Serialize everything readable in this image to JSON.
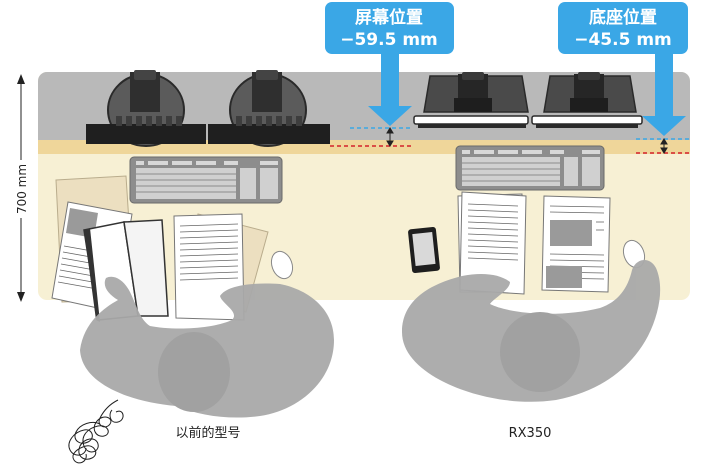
{
  "callouts": {
    "screen": {
      "title": "屏幕位置",
      "value": "−59.5 mm"
    },
    "base": {
      "title": "底座位置",
      "value": "−45.5 mm"
    }
  },
  "dimension": {
    "label": "700 mm"
  },
  "captions": {
    "left": "以前的型号",
    "right": "RX350"
  },
  "colors": {
    "callout_blue": "#3aa7e6",
    "desk_top": "#f7f0d4",
    "desk_back": "#b8b8b8",
    "desk_edge": "#efd69a",
    "monitor": "#3b3b3b",
    "person": "#a9a9a9",
    "red_guide": "#d4202a",
    "blue_guide": "#3aa7e6"
  }
}
